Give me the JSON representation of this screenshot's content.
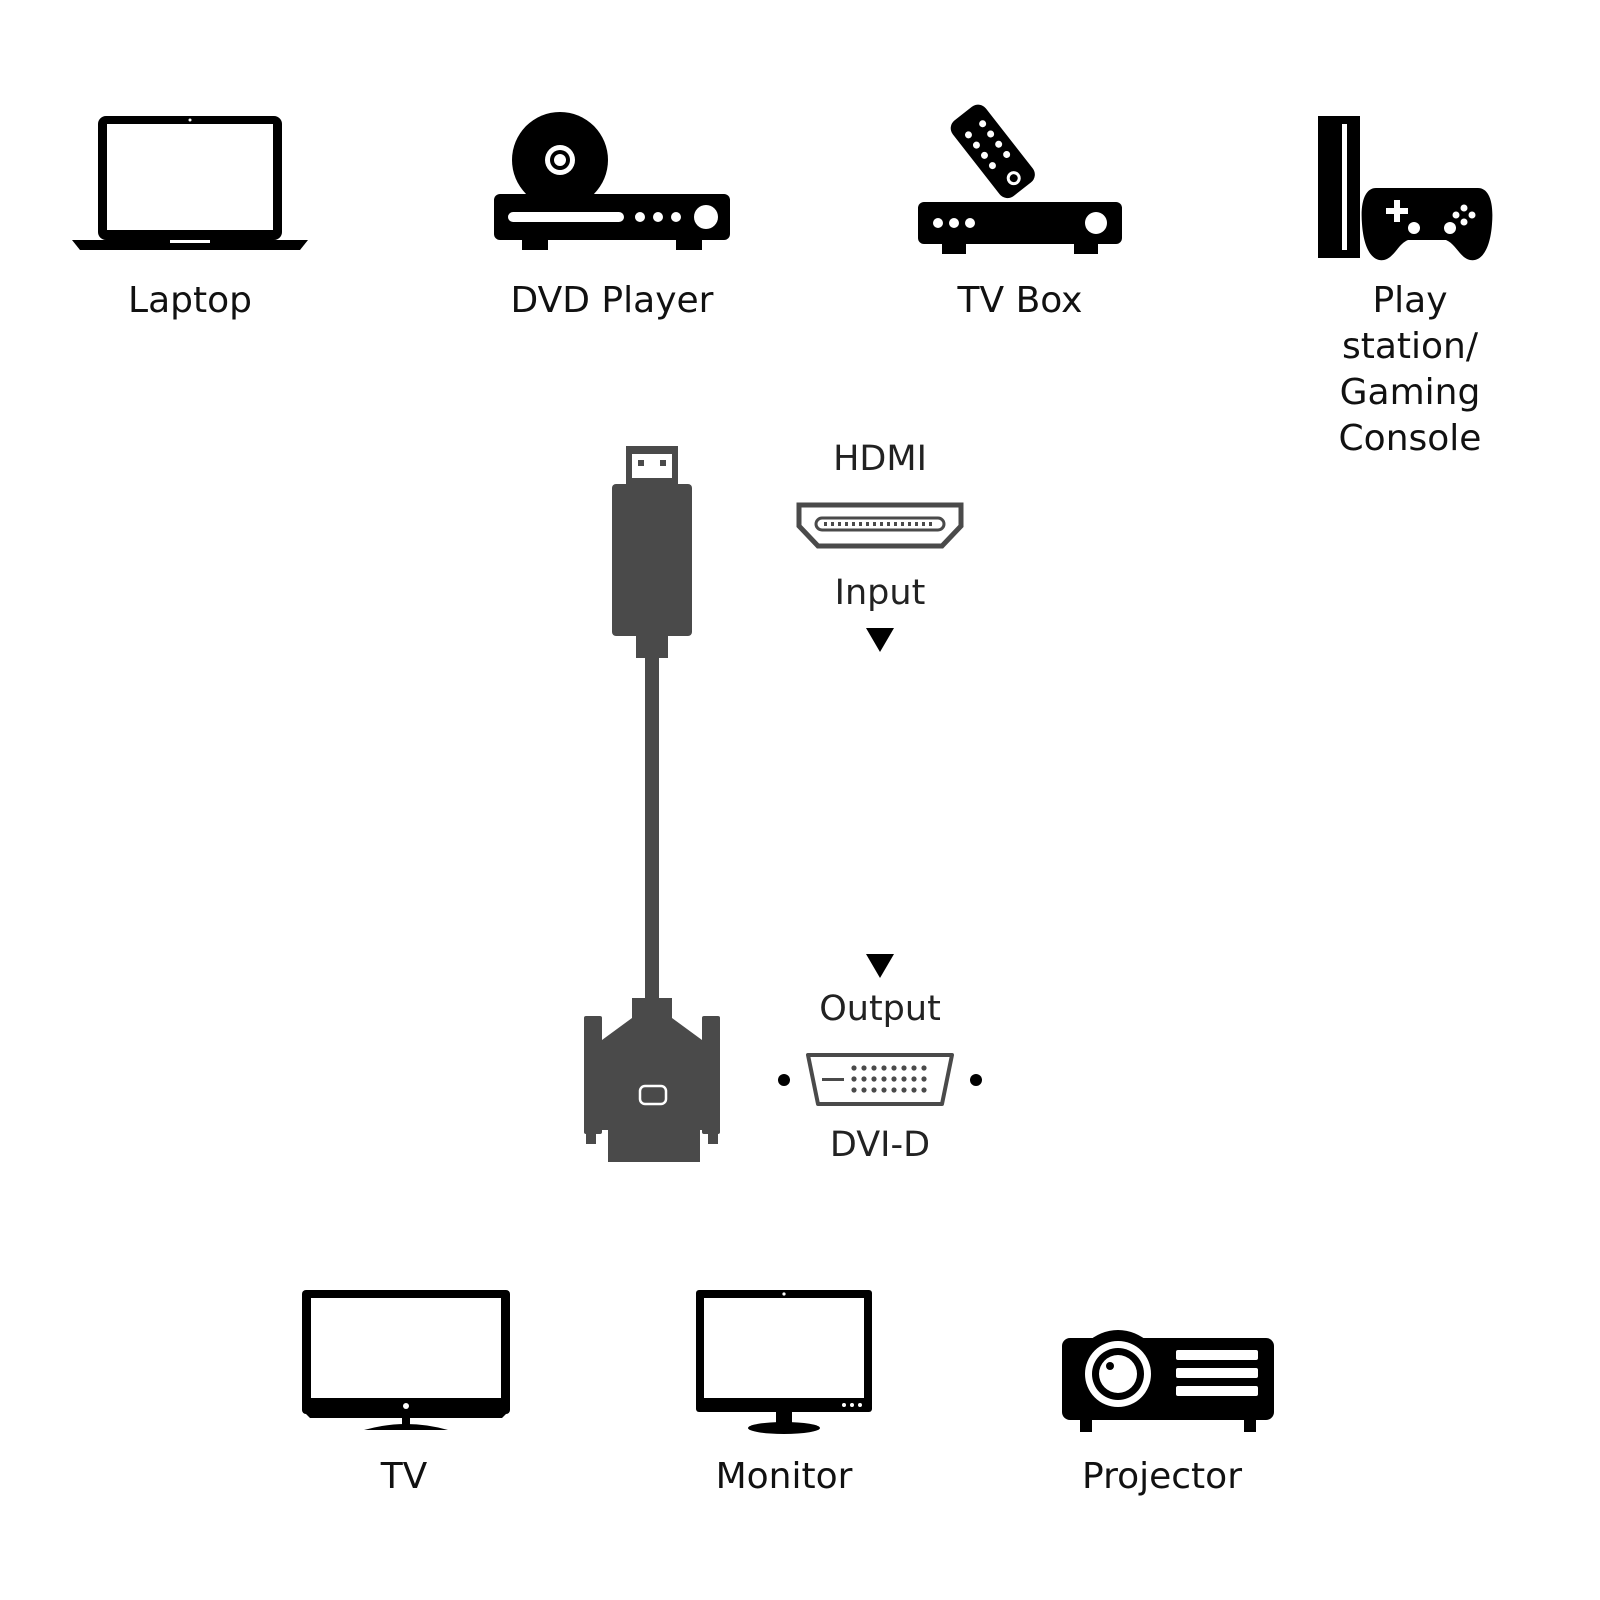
{
  "sources": [
    {
      "label": "Laptop",
      "icon": "laptop-icon"
    },
    {
      "label": "DVD Player",
      "icon": "dvd-player-icon"
    },
    {
      "label": "TV Box",
      "icon": "tv-box-icon"
    },
    {
      "label": "Play station/\nGaming Console",
      "icon": "game-console-icon"
    }
  ],
  "cable": {
    "input_connector": "HDMI",
    "input_label": "Input",
    "output_label": "Output",
    "output_connector": "DVI-D"
  },
  "targets": [
    {
      "label": "TV",
      "icon": "tv-icon"
    },
    {
      "label": "Monitor",
      "icon": "monitor-icon"
    },
    {
      "label": "Projector",
      "icon": "projector-icon"
    }
  ],
  "colors": {
    "icon": "#000000",
    "cable": "#4a4a4a",
    "text": "#111111"
  }
}
